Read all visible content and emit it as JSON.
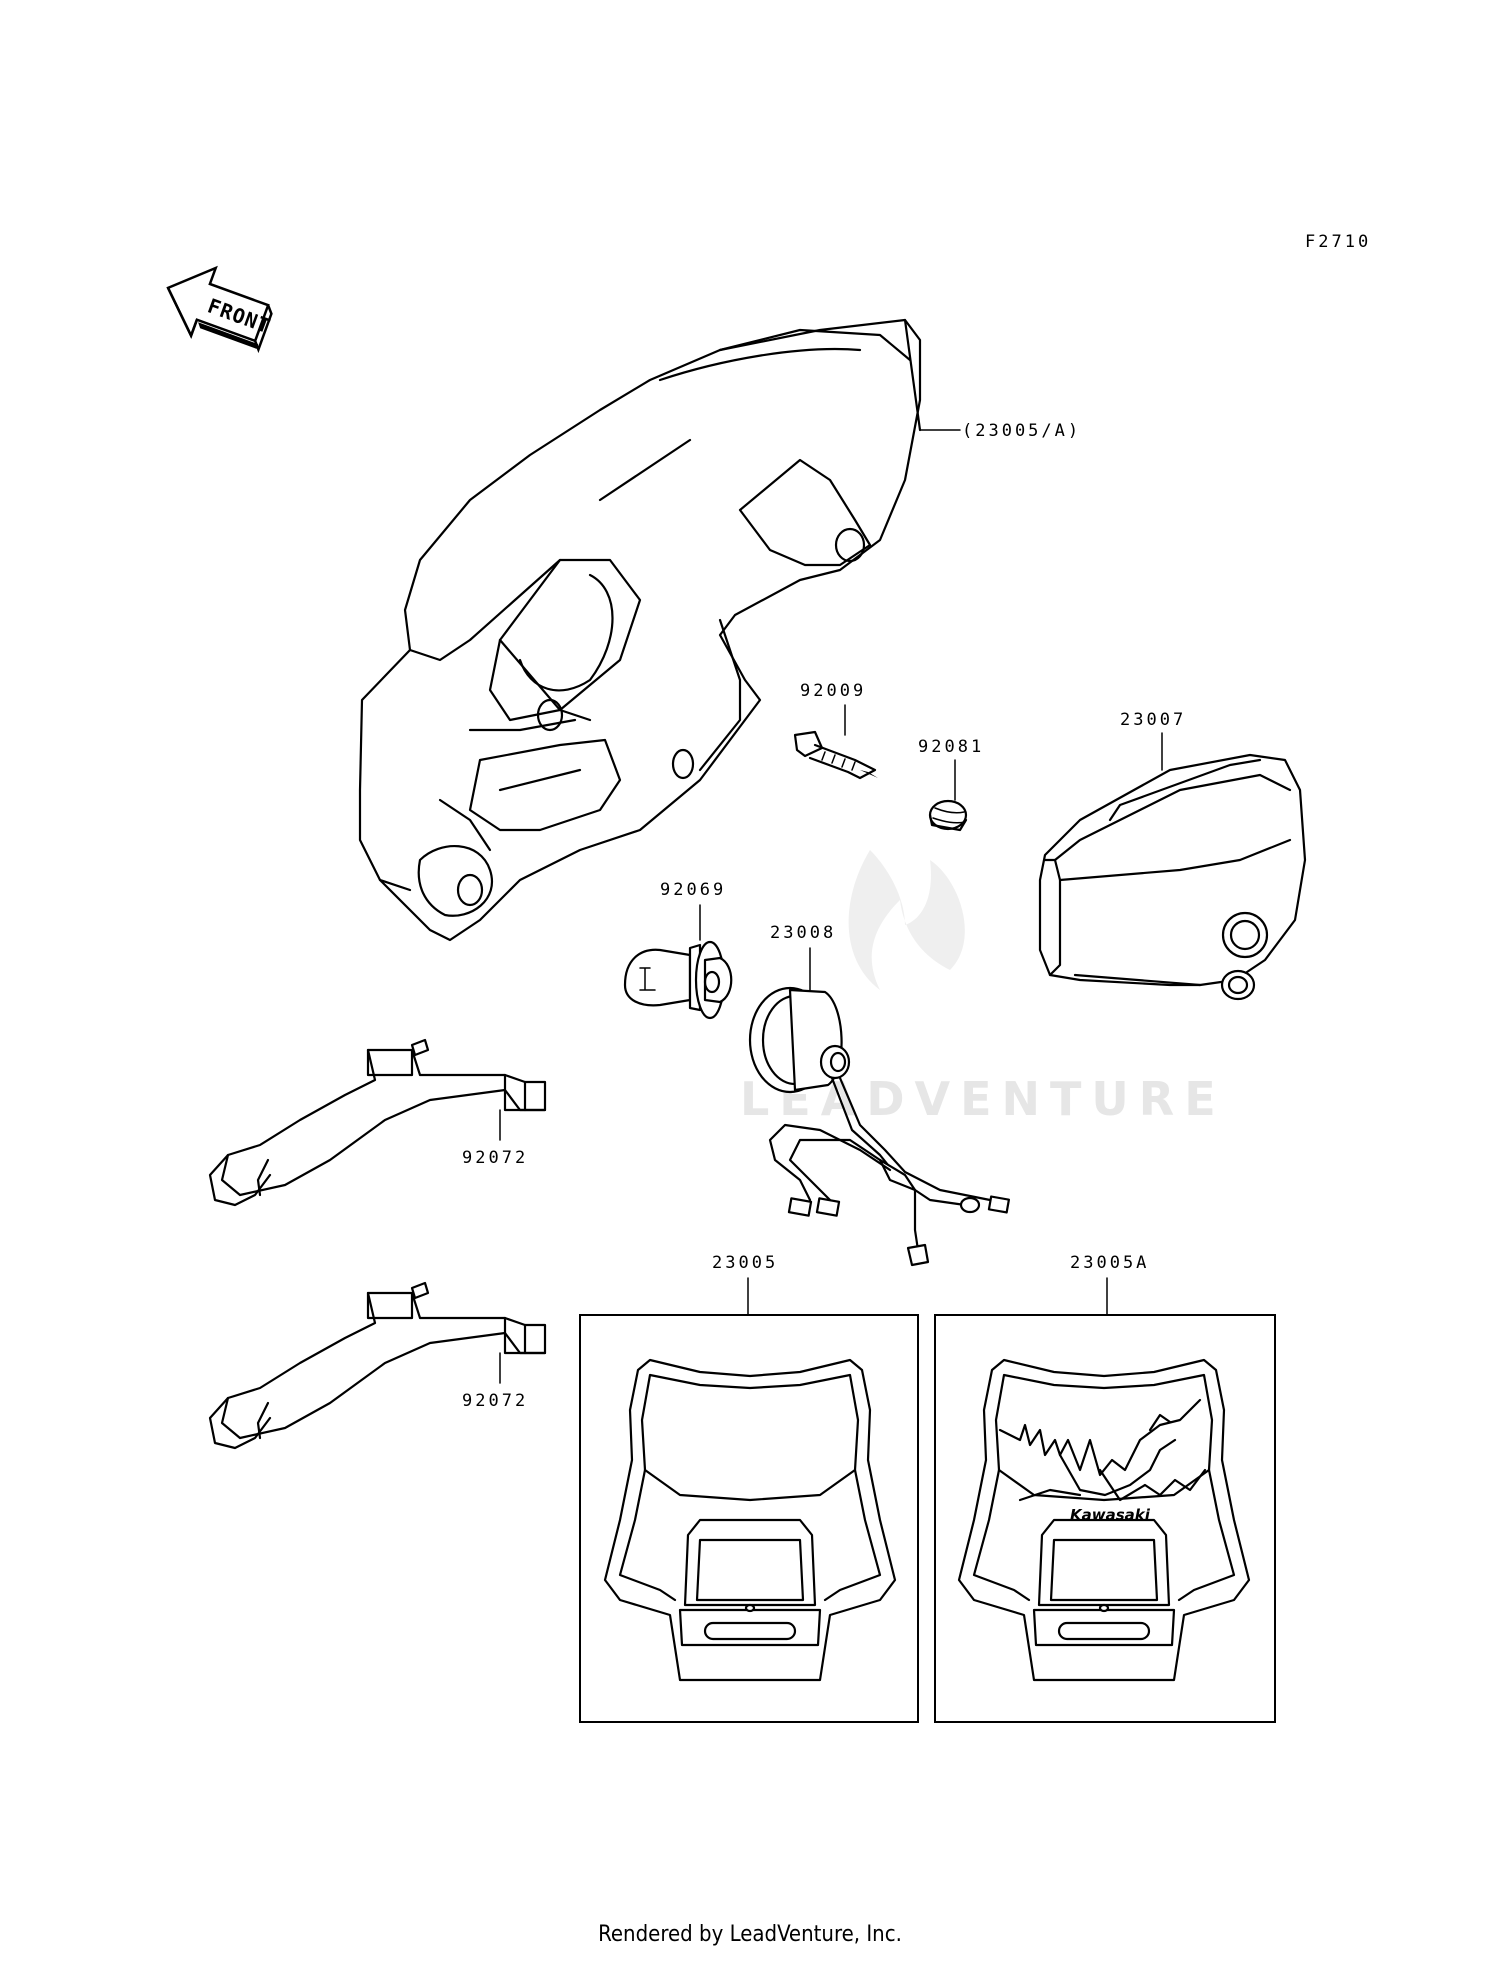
{
  "figure_code": "F2710",
  "front_label": "FRONT",
  "watermark": "LEADVENTURE",
  "footer": "Rendered by LeadVenture, Inc.",
  "parts": {
    "headlight_housing": "(23005/A)",
    "screw": "92009",
    "grommet": "92081",
    "lens": "23007",
    "bulb": "92069",
    "socket": "23008",
    "bracket_upper": "92072",
    "bracket_lower": "92072",
    "cover_standard": "23005",
    "cover_graphic": "23005A"
  },
  "decal_text": "Kawasaki"
}
